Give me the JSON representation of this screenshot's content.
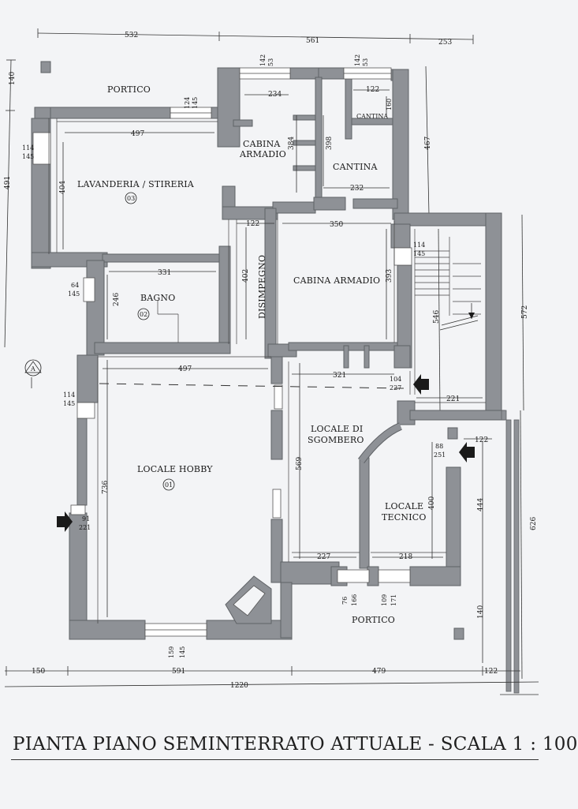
{
  "title": "PIANTA PIANO SEMINTERRATO ATTUALE - SCALA 1 : 100",
  "rooms": {
    "portico_top": "PORTICO",
    "lavanderia": "LAVANDERIA / STIRERIA",
    "lavanderia_num": "03",
    "cabina_armadio_1a": "CABINA",
    "cabina_armadio_1b": "ARMADIO",
    "cantina_small": "CANTINA",
    "cantina": "CANTINA",
    "bagno": "BAGNO",
    "bagno_num": "02",
    "disimpegno": "DISIMPEGNO",
    "cabina_armadio_2": "CABINA ARMADIO",
    "locale_hobby": "LOCALE HOBBY",
    "locale_hobby_num": "01",
    "sgombero_a": "LOCALE DI",
    "sgombero_b": "SGOMBERO",
    "tecnico_a": "LOCALE",
    "tecnico_b": "TECNICO",
    "portico_bottom": "PORTICO",
    "section_mark": "A"
  },
  "dims": {
    "top_532": "532",
    "top_561": "561",
    "top_253": "253",
    "left_140": "140",
    "left_491": "491",
    "right_467": "467",
    "right_572": "572",
    "right_626": "626",
    "r_546": "546",
    "r_221": "221",
    "w_142_53a_1": "142",
    "w_142_53a_2": "53",
    "w_142_53b_1": "142",
    "w_142_53b_2": "53",
    "d_234": "234",
    "d_122_top": "122",
    "d_160": "160",
    "w_124": "124",
    "w_145a": "145",
    "d_497_top": "497",
    "d_384": "384",
    "d_398": "398",
    "d_232": "232",
    "w_114a": "114",
    "w_145b": "145",
    "d_404": "404",
    "d_122_mid": "122",
    "d_350": "350",
    "w_114b": "114",
    "w_145c": "145",
    "d_331": "331",
    "d_246": "246",
    "d_402": "402",
    "d_393": "393",
    "w_64": "64",
    "w_145d": "145",
    "d_497_mid": "497",
    "d_321": "321",
    "w_104": "104",
    "w_227": "227",
    "w_114c": "114",
    "w_145e": "145",
    "w_88": "88",
    "w_251": "251",
    "d_122_r": "122",
    "d_736": "736",
    "d_569": "569",
    "d_400": "400",
    "d_444": "444",
    "w_91": "91",
    "w_221": "221",
    "d_227_b": "227",
    "d_218": "218",
    "w_76": "76",
    "w_166": "166",
    "w_109": "109",
    "w_171": "171",
    "d_140_r": "140",
    "w_159": "159",
    "w_145f": "145",
    "b_150": "150",
    "b_591": "591",
    "b_479": "479",
    "b_122": "122",
    "b_1220": "1220"
  }
}
